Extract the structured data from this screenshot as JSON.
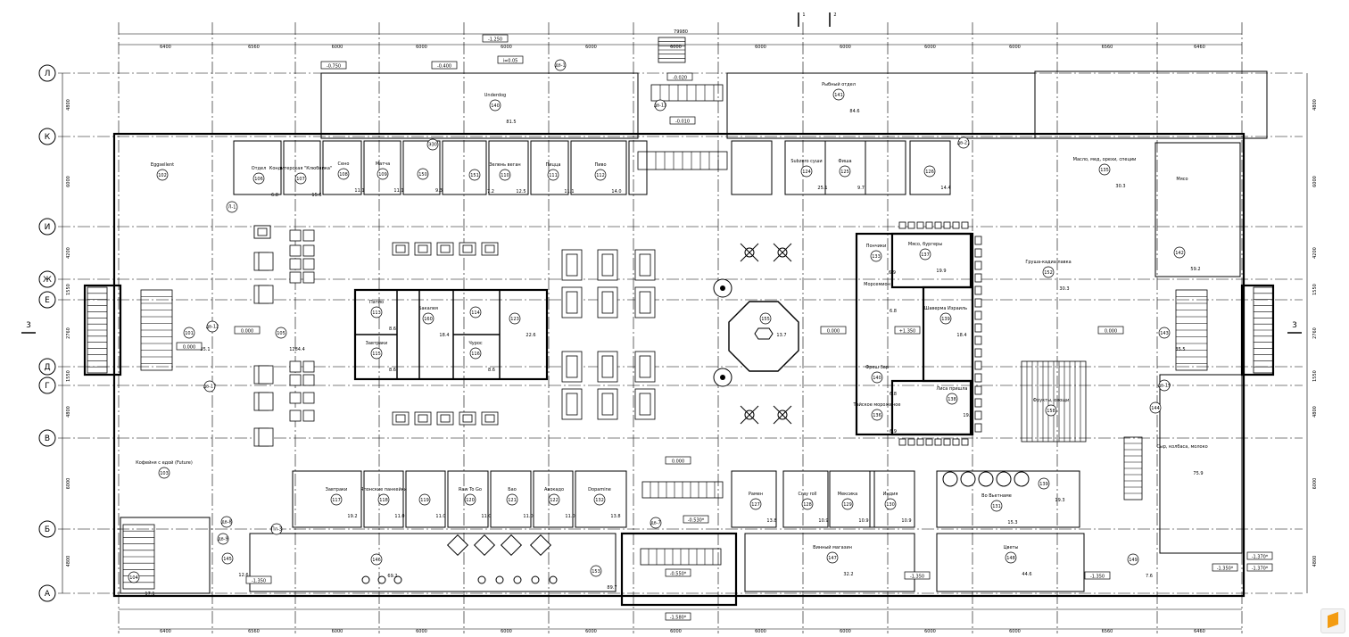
{
  "axes_rows": [
    "Л",
    "К",
    "И",
    "Ж",
    "Е",
    "Д",
    "Г",
    "В",
    "Б",
    "А"
  ],
  "section_marks": {
    "top": [
      "1",
      "2"
    ],
    "side": "3"
  },
  "overall_dim": "79980",
  "dims_top": [
    "6400",
    "6560",
    "6000",
    "6000",
    "6000",
    "6000",
    "6000",
    "6000",
    "6000",
    "6000",
    "6000",
    "6560",
    "6460"
  ],
  "dims_bottom": [
    "6400",
    "6560",
    "6000",
    "6000",
    "6000",
    "6000",
    "6000",
    "6000",
    "6000",
    "6000",
    "6000",
    "6560",
    "6460"
  ],
  "dims_left": [
    "4800",
    "6000",
    "4200",
    "1550",
    "2760",
    "1550",
    "4800",
    "6000",
    "4800"
  ],
  "levels": {
    "top_left_a": "-1.250",
    "top_left_b": "-0.750",
    "top_left_c": "-0.400",
    "top_left_d": "i=0.05",
    "center_top": "-0.020",
    "center_top_b": "-0.010",
    "mid_left": "0.000",
    "mid_left_b": "0.000",
    "mid_center": "0.000",
    "mid_center_b": "+1.350",
    "mid_right": "0.000",
    "bottom_center": "0.000",
    "bottom_lower": "-0.550*",
    "bottom_lowest": "-1.580*",
    "bottom_left": "-1.350",
    "bottom_mid_left": "-1.350",
    "bottom_right": "-1.350",
    "bottom_far_right_a": "-1.370*",
    "bottom_far_right_b": "-1.350*",
    "bottom_far_right_c": "-1.370*",
    "center_bottom_entry": "-0.530*"
  },
  "rooms_top": [
    {
      "num": "140",
      "name": "Underdog",
      "area": "81.5"
    },
    {
      "num": "141",
      "name": "Рыбный отдел",
      "area": "84.6"
    },
    {
      "num": "102",
      "name": "Eggsellent",
      "area": ""
    },
    {
      "num": "106",
      "name": "Отдел",
      "area": "6.8"
    },
    {
      "num": "107",
      "name": "Кондитерская \"Клюбника\"",
      "area": "15.6"
    },
    {
      "num": "108",
      "name": "Сено",
      "area": "11.1"
    },
    {
      "num": "109",
      "name": "Матча",
      "area": "11.1"
    },
    {
      "num": "150",
      "name": "",
      "area": "9.3"
    },
    {
      "num": "151",
      "name": "",
      "area": "7.2"
    },
    {
      "num": "110",
      "name": "Зелень веган",
      "area": "12.5"
    },
    {
      "num": "111",
      "name": "Пицца",
      "area": "11.1"
    },
    {
      "num": "112",
      "name": "Пиво",
      "area": "14.0"
    },
    {
      "num": "124",
      "name": "Subzero суши",
      "area": "25.1"
    },
    {
      "num": "125",
      "name": "Фиша",
      "area": "9.7"
    },
    {
      "num": "126",
      "name": "",
      "area": "14.4"
    },
    {
      "num": "135",
      "name": "Масло, мед, орехи, специи",
      "area": "30.3"
    },
    {
      "num": "",
      "name": "Мясо",
      "area": ""
    }
  ],
  "rooms_middle": [
    {
      "num": "101",
      "name": "",
      "area": "35.1"
    },
    {
      "num": "105",
      "name": "",
      "area": "1284.4"
    },
    {
      "num": "113",
      "name": "Патио",
      "area": "8.6"
    },
    {
      "num": "115",
      "name": "Завтраки",
      "area": "8.6"
    },
    {
      "num": "160",
      "name": "Бакалея",
      "area": "18.4"
    },
    {
      "num": "114",
      "name": "",
      "area": ""
    },
    {
      "num": "116",
      "name": "Чурос",
      "area": "8.6"
    },
    {
      "num": "123",
      "name": "",
      "area": "22.6"
    },
    {
      "num": "155",
      "name": "",
      "area": "13.7"
    },
    {
      "num": "133",
      "name": "Пончики",
      "area": "6.9"
    },
    {
      "num": "137",
      "name": "Мясо, бургеры",
      "area": "19.9"
    },
    {
      "num": "",
      "name": "Морсемион",
      "area": "6.8"
    },
    {
      "num": "139",
      "name": "Шаверма Израиль",
      "area": "18.4"
    },
    {
      "num": "140",
      "name": "Фреш бар",
      "area": "6.8"
    },
    {
      "num": "136",
      "name": "Тайское мороженое",
      "area": "6.9"
    },
    {
      "num": "138",
      "name": "Лиса пришла",
      "area": "19.9"
    },
    {
      "num": "152",
      "name": "Груша-кадиа лавка",
      "area": "30.3"
    },
    {
      "num": "158",
      "name": "Фрукты, овощи",
      "area": ""
    },
    {
      "num": "142",
      "name": "",
      "area": "59.2"
    },
    {
      "num": "143",
      "name": "",
      "area": "35.5"
    },
    {
      "num": "144",
      "name": "",
      "area": ""
    }
  ],
  "rooms_bottom": [
    {
      "num": "103",
      "name": "Кофейня с едой (Future)",
      "area": ""
    },
    {
      "num": "117",
      "name": "Завтраки",
      "area": "19.2"
    },
    {
      "num": "118",
      "name": "Японские панкейки",
      "area": "11.0"
    },
    {
      "num": "119",
      "name": "",
      "area": "11.0"
    },
    {
      "num": "120",
      "name": "Raw To Go",
      "area": "11.0"
    },
    {
      "num": "121",
      "name": "Бао",
      "area": "11.0"
    },
    {
      "num": "122",
      "name": "Авокадо",
      "area": "11.0"
    },
    {
      "num": "132",
      "name": "Dopamine",
      "area": "13.8"
    },
    {
      "num": "127",
      "name": "Рамен",
      "area": "13.8"
    },
    {
      "num": "128",
      "name": "Cray roll",
      "area": "10.9"
    },
    {
      "num": "129",
      "name": "Мексика",
      "area": "10.9"
    },
    {
      "num": "130",
      "name": "Индия",
      "area": "10.9"
    },
    {
      "num": "131",
      "name": "Во Вьетнаме",
      "area": "15.3"
    },
    {
      "num": "139",
      "name": "",
      "area": "19.3"
    },
    {
      "num": "",
      "name": "Сыр, колбаса, молоко",
      "area": "75.9"
    },
    {
      "num": "104",
      "name": "",
      "area": "17.1"
    },
    {
      "num": "145",
      "name": "",
      "area": "12.6"
    },
    {
      "num": "146",
      "name": "",
      "area": "69.2"
    },
    {
      "num": "147",
      "name": "Винный магазин",
      "area": "32.2"
    },
    {
      "num": "148",
      "name": "Цветы",
      "area": "44.6"
    },
    {
      "num": "149",
      "name": "",
      "area": "7.6"
    },
    {
      "num": "153",
      "name": "",
      "area": "89.7"
    }
  ],
  "labels_small": [
    "дв-1",
    "дв-7",
    "дв-8",
    "дв-9",
    "дв-12",
    "дв-13",
    "дв-17",
    "дв-19",
    "дв-21",
    "ЭЗ0",
    "Л-1",
    "Пл-3"
  ]
}
